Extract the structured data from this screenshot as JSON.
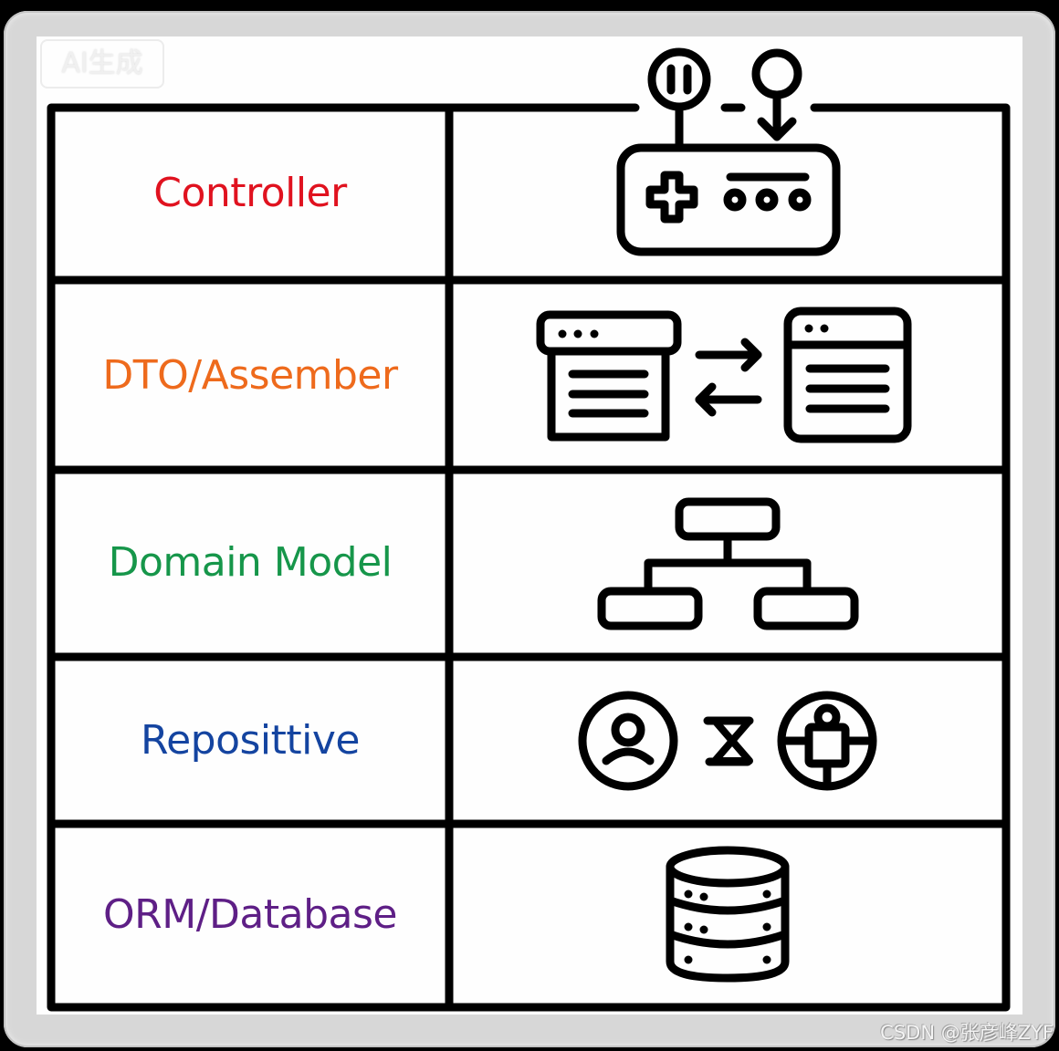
{
  "badge": {
    "text": "AI生成"
  },
  "watermark": {
    "text": "CSDN @张彦峰ZYF"
  },
  "layers": [
    {
      "label": "Controller",
      "color": "#e0121f",
      "icon": "game-controller-icon"
    },
    {
      "label": "DTO/Assember",
      "color": "#ee6a1c",
      "icon": "data-transfer-windows-icon"
    },
    {
      "label": "Domain Model",
      "color": "#16964a",
      "icon": "hierarchy-tree-icon"
    },
    {
      "label": "Reposittive",
      "color": "#1444a0",
      "icon": "user-hourglass-target-icon"
    },
    {
      "label": "ORM/Database",
      "color": "#5e1f86",
      "icon": "database-icon"
    }
  ],
  "colors": {
    "line": "#000000",
    "frame": "#d7d7d7",
    "canvas": "#fefefe"
  }
}
